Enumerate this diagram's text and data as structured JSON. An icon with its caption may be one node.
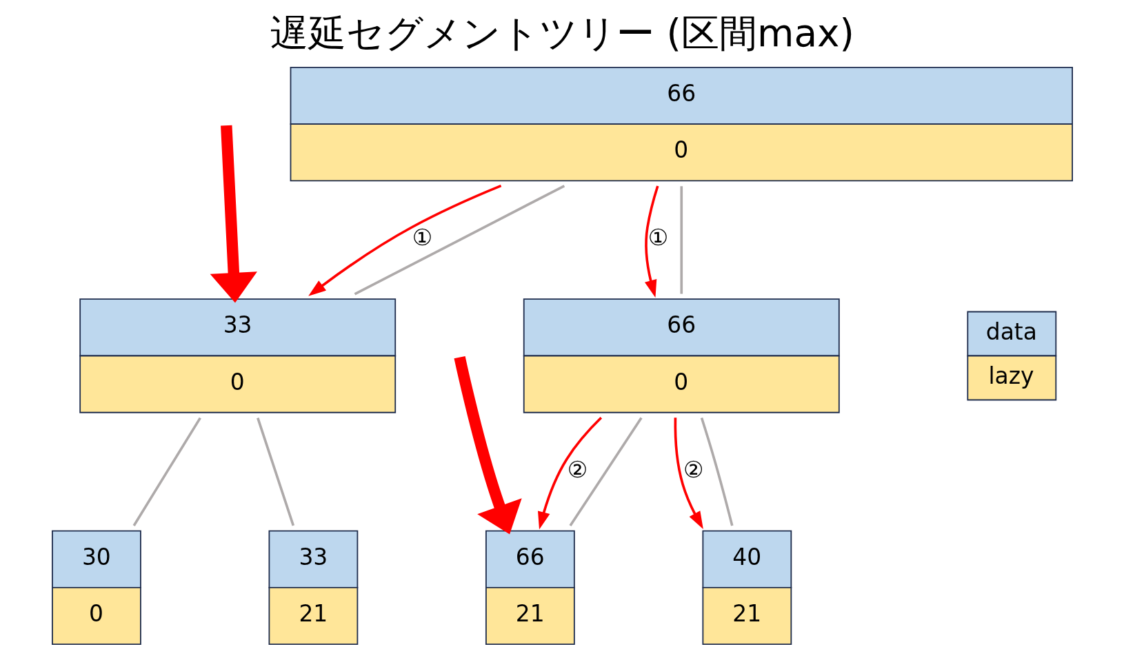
{
  "diagram": {
    "title": "遅延セグメントツリー (区間max)",
    "nodes": [
      {
        "text": [
          "66",
          "0"
        ]
      },
      {
        "text": [
          "33",
          "0"
        ]
      },
      {
        "text": [
          "66",
          "0"
        ]
      },
      {
        "text": [
          "30",
          "0"
        ]
      },
      {
        "text": [
          "33",
          "21"
        ]
      },
      {
        "text": [
          "66",
          "21"
        ]
      },
      {
        "text": [
          "40",
          "21"
        ]
      }
    ],
    "edges": [
      {
        "from": 0,
        "to": 1,
        "arrow": "none",
        "color": "#aeaaaa"
      },
      {
        "from": 0,
        "to": 2,
        "arrow": "none",
        "color": "#aeaaaa"
      },
      {
        "from": 1,
        "to": 3,
        "arrow": "none",
        "color": "#aeaaaa"
      },
      {
        "from": 1,
        "to": 4,
        "arrow": "none",
        "color": "#aeaaaa"
      },
      {
        "from": 2,
        "to": 5,
        "arrow": "none",
        "color": "#aeaaaa"
      },
      {
        "from": 2,
        "to": 6,
        "arrow": "none",
        "color": "#aeaaaa"
      },
      {
        "from": 0,
        "to": 1,
        "arrow": "to",
        "label": "①",
        "color": "#ff0000"
      },
      {
        "from": 0,
        "to": 2,
        "arrow": "to",
        "label": "①",
        "color": "#ff0000"
      },
      {
        "from": 2,
        "to": 5,
        "arrow": "to",
        "label": "②",
        "color": "#ff0000"
      },
      {
        "from": 2,
        "to": 6,
        "arrow": "to",
        "label": "②",
        "color": "#ff0000"
      },
      {
        "from": null,
        "to": 1,
        "arrow": "to",
        "style": "thick",
        "color": "#ff0000"
      },
      {
        "from": null,
        "to": 5,
        "arrow": "to",
        "style": "thick",
        "color": "#ff0000"
      }
    ],
    "legend": [
      {
        "text": "data",
        "color": "#bdd7ee"
      },
      {
        "text": "lazy",
        "color": "#ffe699"
      }
    ]
  }
}
